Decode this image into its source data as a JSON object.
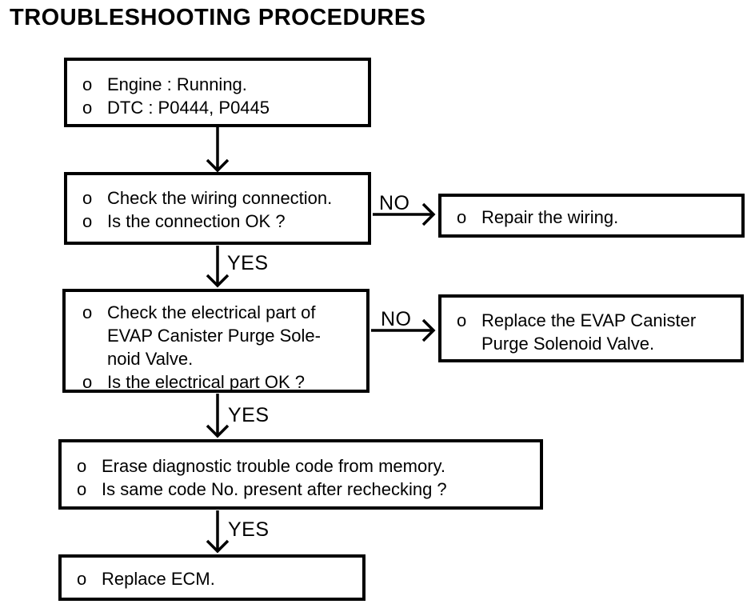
{
  "title": "TROUBLESHOOTING PROCEDURES",
  "bullet": "o",
  "edge_labels": {
    "yes": "YES",
    "no": "NO"
  },
  "colors": {
    "ink": "#000000",
    "paper": "#ffffff"
  },
  "boxes": {
    "start": {
      "lines": [
        "Engine : Running.",
        "DTC : P0444, P0445"
      ]
    },
    "check_wiring": {
      "lines": [
        "Check the wiring connection.",
        "Is the connection OK ?"
      ]
    },
    "repair_wiring": {
      "lines": [
        "Repair the wiring."
      ]
    },
    "check_electrical": {
      "lines": [
        "Check the electrical part of",
        "EVAP Canister Purge Sole-",
        "noid Valve.",
        "Is the electrical part OK ?"
      ]
    },
    "replace_valve": {
      "lines": [
        "Replace the EVAP Canister",
        "Purge Solenoid Valve."
      ]
    },
    "erase_code": {
      "lines": [
        "Erase diagnostic trouble code from memory.",
        "Is same code No. present after rechecking ?"
      ]
    },
    "replace_ecm": {
      "lines": [
        "Replace ECM."
      ]
    }
  }
}
